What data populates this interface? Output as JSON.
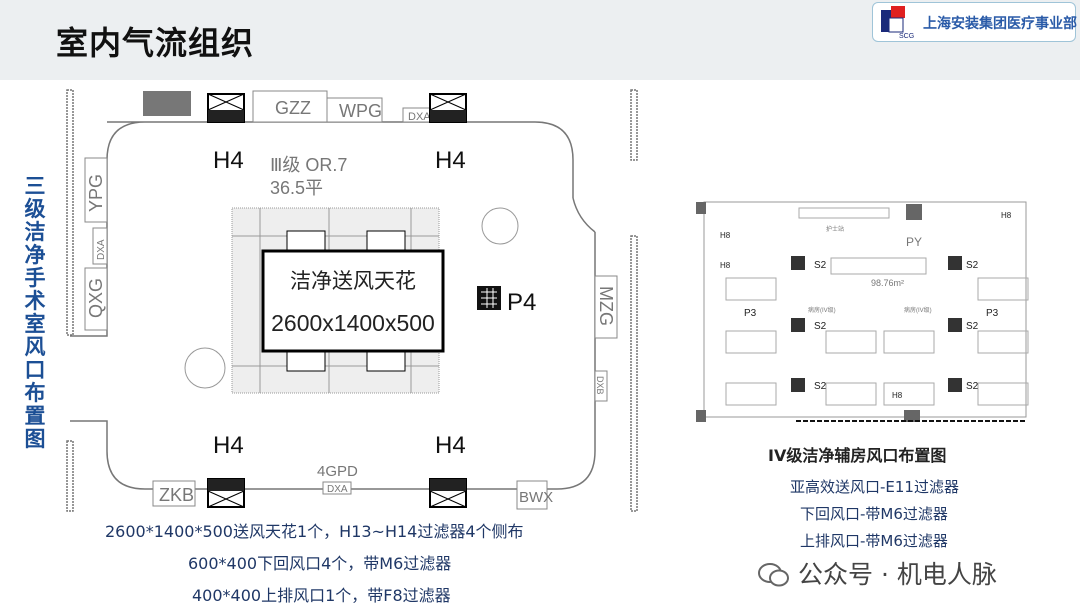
{
  "header": {
    "title": "室内气流组织",
    "logo_text": "上海安装集团医疗事业部",
    "logo_mark": "SCG"
  },
  "left_panel": {
    "vertical_title": "三级洁净手术室风口布置图",
    "drawing": {
      "room_labels": [
        "GZZ",
        "WPG",
        "DXA",
        "YPG",
        "DXA",
        "QXG",
        "MZG",
        "DXB",
        "ZKB",
        "4GPD",
        "DXA",
        "BWX"
      ],
      "grade": "Ⅲ级  OR.7",
      "area": "36.5平",
      "outlet_h4": "H4",
      "outlet_p4": "P4",
      "ceiling_name": "洁净送风天花",
      "ceiling_size": "2600x1400x500"
    },
    "notes": [
      "2600*1400*500送风天花1个，H13~H14过滤器4个侧布",
      "600*400下回风口4个，带M6过滤器",
      "400*400上排风口1个，带F8过滤器"
    ]
  },
  "right_panel": {
    "drawing": {
      "s2": "S2",
      "p3": "P3",
      "h8": "H8",
      "py": "PY",
      "area": "98.76m²",
      "nurse": "护士站",
      "ward": "病房(IV级)"
    },
    "caption": "IV级洁净辅房风口布置图",
    "notes": [
      "亚高效送风口-E11过滤器",
      "下回风口-带M6过滤器",
      "上排风口-带M6过滤器"
    ]
  },
  "watermark": {
    "icon": "wechat-icon",
    "text": "公众号 · 机电人脉"
  },
  "colors": {
    "title_blue": "#1c4f95",
    "note_text": "#1f3766",
    "header_bg": "#eceff1"
  }
}
